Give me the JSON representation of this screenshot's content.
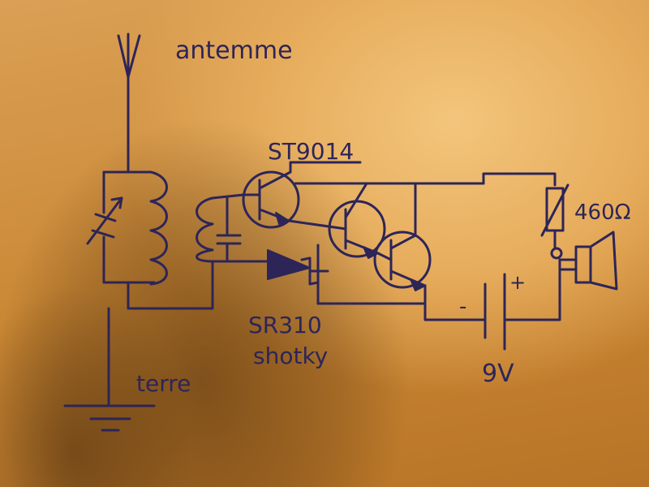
{
  "labels": {
    "antenna": "antemme",
    "transistor": "ST9014",
    "resistor": "460Ω",
    "diode_part": "SR310",
    "diode_type": "shotky",
    "battery": "9V",
    "battery_minus": "-",
    "battery_plus": "+",
    "ground": "terre"
  },
  "colors": {
    "ink": "#2d2558",
    "paper": "#e6ac5c",
    "shadow": "#6e4a1e"
  }
}
